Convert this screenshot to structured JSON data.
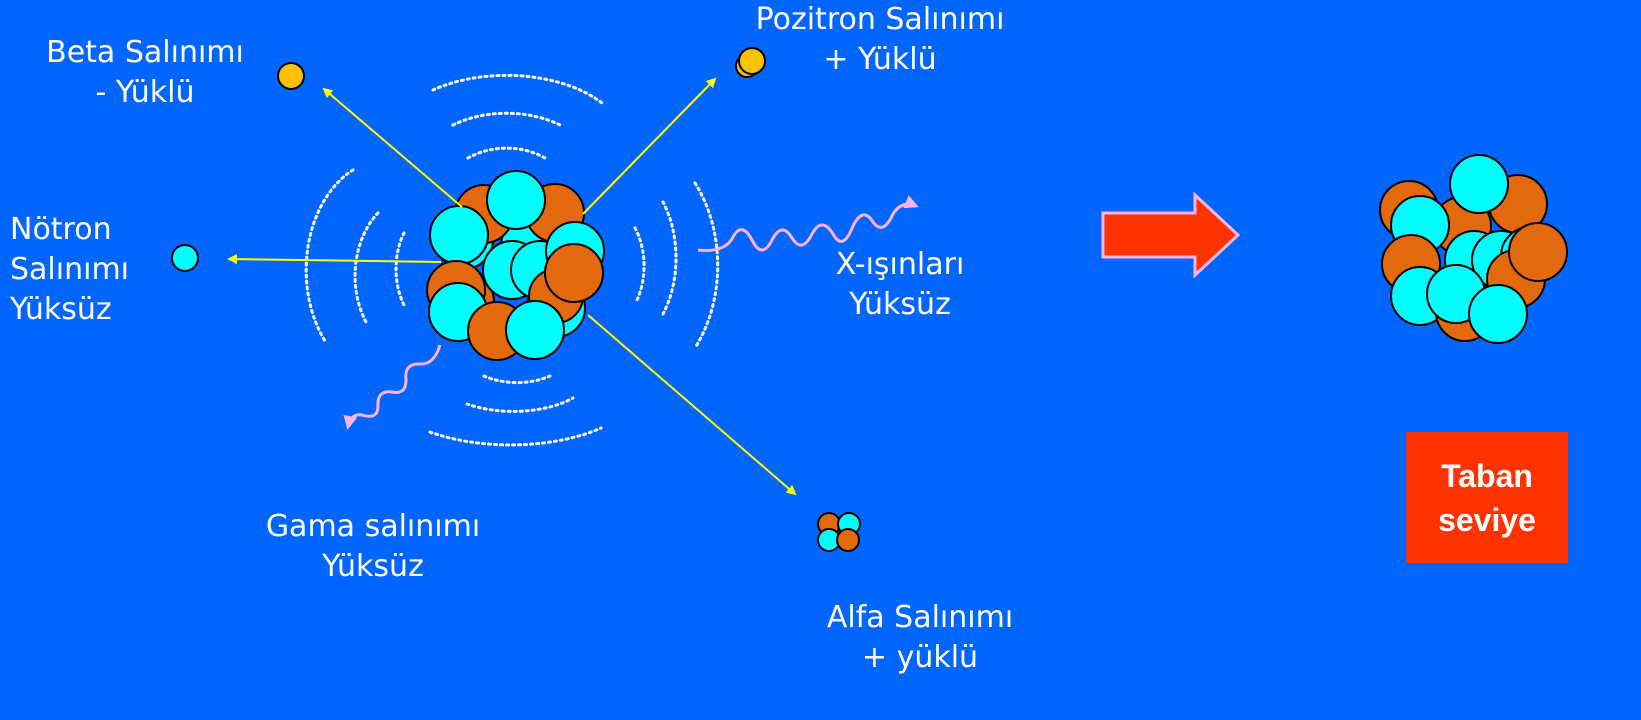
{
  "labels": {
    "beta": [
      "Beta Salınımı",
      "- Yüklü"
    ],
    "pozitron": [
      "Pozitron  Salınımı",
      "+ Yüklü"
    ],
    "notron": [
      "Nötron",
      "Salınımı",
      "Yüksüz"
    ],
    "xray": [
      "X-ışınları",
      "Yüksüz"
    ],
    "gama": [
      "Gama salınımı",
      "Yüksüz"
    ],
    "alfa": [
      "Alfa Salınımı",
      "+ yüklü"
    ],
    "taban": [
      "Taban",
      "seviye"
    ]
  },
  "colors": {
    "background": "#0066FF",
    "cyan_nucleon": "#00FFFF",
    "orange_nucleon": "#E2690E",
    "particle": "#FFC000",
    "arrow": "#FFFF00",
    "wave": "#FFB3E6",
    "big_arrow": "#FF3300",
    "taban_box": "#FF3300"
  }
}
